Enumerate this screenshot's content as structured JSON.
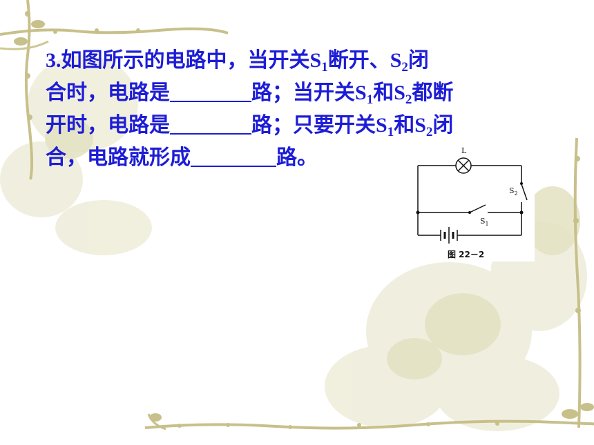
{
  "question": {
    "number": "3.",
    "line1": {
      "a": "如图所示的电路中，当开关",
      "s": "S",
      "s_sub": "1",
      "b": "断开、",
      "t": "S",
      "t_sub": "2",
      "c": "闭"
    },
    "line2": {
      "a": "合时，电路是",
      "b": "路；当开关",
      "s": "S",
      "s_sub": "1",
      "c": "和",
      "t": "S",
      "t_sub": "2",
      "d": "都断"
    },
    "line3": {
      "a": "开时，电路是",
      "b": "路；只要开关",
      "s": "S",
      "s_sub": "1",
      "c": "和",
      "t": "S",
      "t_sub": "2",
      "d": "闭"
    },
    "line4": {
      "a": "合，电路就形成",
      "b": "路。"
    }
  },
  "figure": {
    "lamp_label": "L",
    "s2_label": "S",
    "s2_sub": "2",
    "s1_label": "S",
    "s1_sub": "1",
    "caption": "图 22－2"
  },
  "colors": {
    "text": "#1d1dd6",
    "decor": "#d8d5a8",
    "vine": "#c8c08a"
  }
}
